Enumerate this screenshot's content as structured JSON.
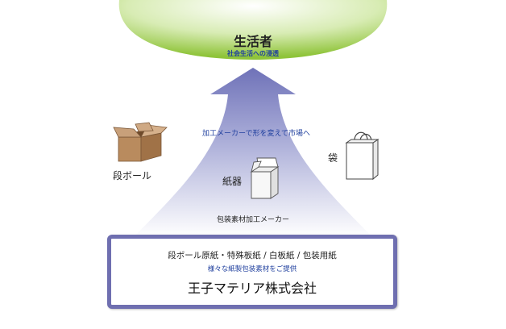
{
  "consumer": {
    "title": "生活者",
    "subtitle": "社会生活への浸透"
  },
  "arrow_caption": "加工メーカーで形を変えて市場へ",
  "maker_label": "包装素材加工メーカー",
  "products": {
    "box_label": "段ボール",
    "carton_label": "紙器",
    "bag_label": "袋"
  },
  "company": {
    "products_line": "段ボール原紙・特殊板紙 / 白板紙 / 包装用紙",
    "tagline": "様々な紙製包装素材をご提供",
    "name": "王子マテリア株式会社"
  },
  "colors": {
    "consumer_fill": "#8fc43a",
    "arrow_top": "#6f72b8",
    "frame": "#6f6fb0",
    "accent_text": "#1f3f9e"
  },
  "icons": [
    "cardboard-box-icon",
    "paper-carton-icon",
    "shopping-bag-icon"
  ]
}
